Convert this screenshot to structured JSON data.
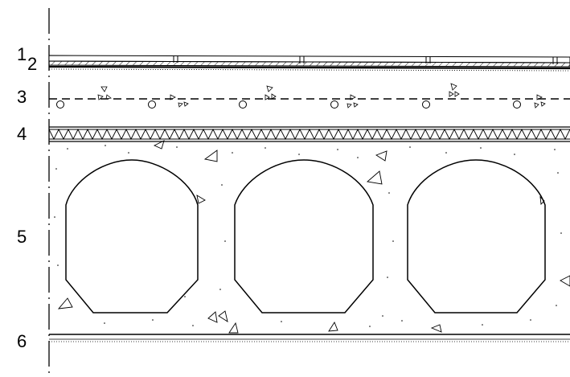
{
  "drawing": {
    "layer_labels": [
      {
        "number": "1"
      },
      {
        "number": "2"
      },
      {
        "number": "3"
      },
      {
        "number": "4"
      },
      {
        "number": "5"
      },
      {
        "number": "6"
      }
    ],
    "line_color": "#000000",
    "background_color": "#ffffff"
  }
}
